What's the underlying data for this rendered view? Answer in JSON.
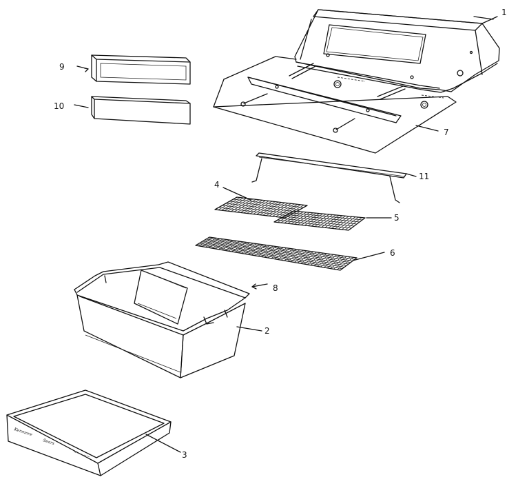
{
  "callouts": {
    "p1": "1",
    "p2": "2",
    "p3": "3",
    "p4": "4",
    "p5": "5",
    "p6": "6",
    "p7": "7",
    "p8": "8",
    "p9": "9",
    "p10": "10",
    "p11": "11"
  },
  "tray_label": {
    "left": "Kenmore",
    "middle": "Sears",
    "right": "~~~~~"
  }
}
